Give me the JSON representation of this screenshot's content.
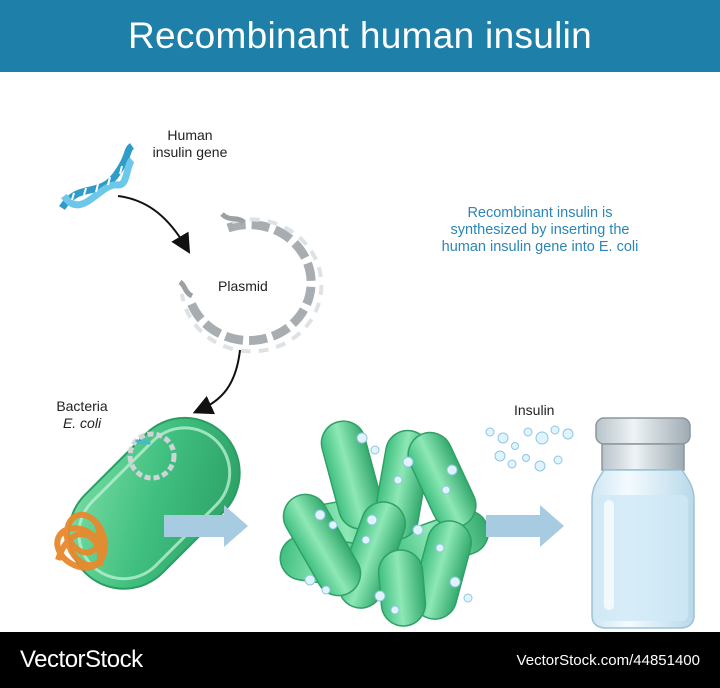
{
  "title": "Recombinant human insulin",
  "labels": {
    "gene_line1": "Human",
    "gene_line2": "insulin gene",
    "plasmid": "Plasmid",
    "bacteria_line1": "Bacteria",
    "bacteria_line2": "E. coli",
    "insulin": "Insulin"
  },
  "description": "Recombinant insulin is synthesized by inserting the human insulin gene into E. coli",
  "footer": {
    "brand": "VectorStock",
    "url": "VectorStock.com/44851400"
  },
  "colors": {
    "header": "#1e7fa8",
    "dna": "#4bb3d8",
    "bacteria": "#43c483",
    "arrow": "#a7cbe0",
    "description_text": "#2a86b8"
  }
}
